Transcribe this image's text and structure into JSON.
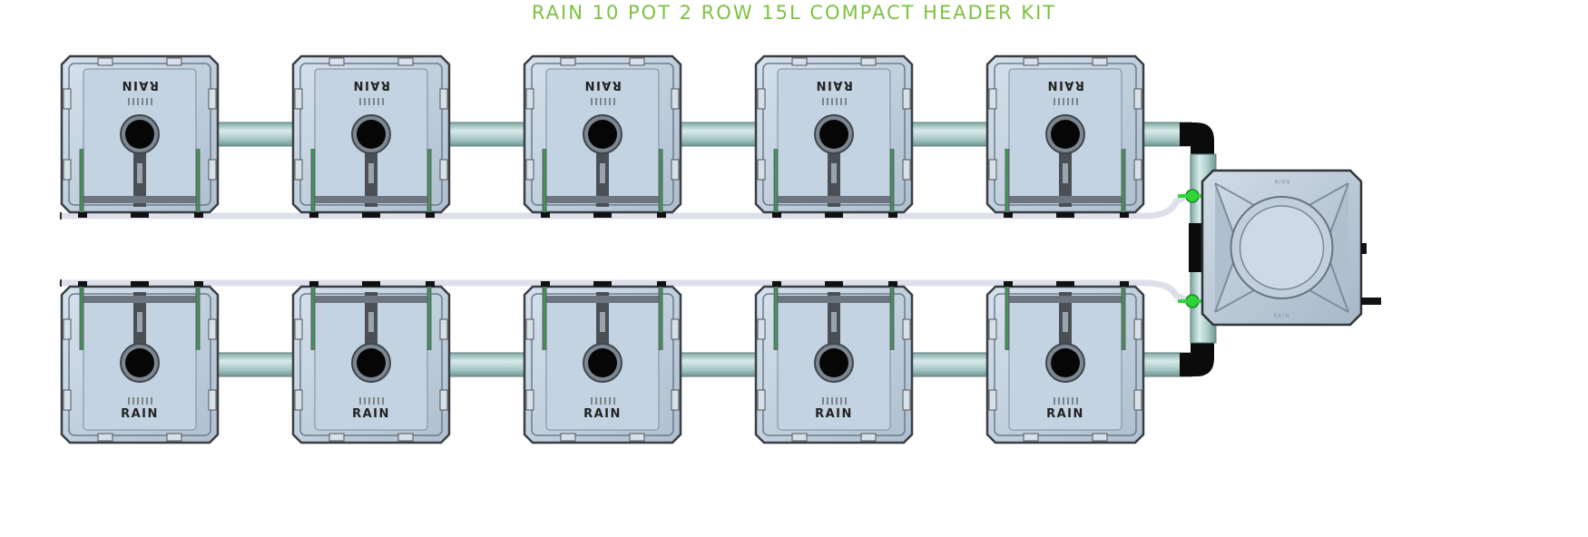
{
  "title": "RAIN 10 POT 2 ROW 15L COMPACT HEADER KIT",
  "pot": {
    "label": "RAIN",
    "count_per_row": 5,
    "rows": 2
  },
  "reservoir": {
    "label": "RAIN"
  },
  "colors": {
    "title": "#7dc242",
    "pot_body": "#b9c9d9",
    "pot_outline": "#3a3f45",
    "pipe": "#a9c9c6",
    "tubing": "#dde0ea",
    "valve": "#2fd43a",
    "elbow": "#0b0b0b"
  }
}
